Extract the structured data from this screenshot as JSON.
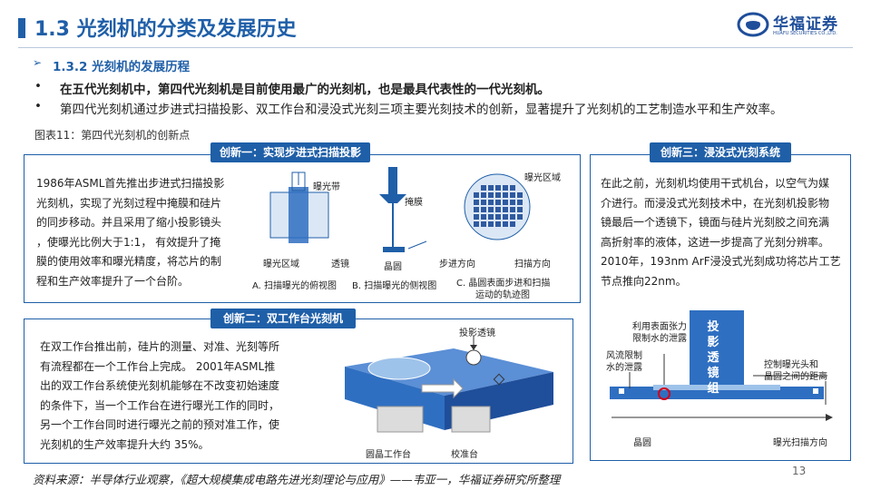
{
  "header": {
    "title": "1.3 光刻机的分类及发展历史",
    "logo_cn": "华福证券",
    "logo_en": "HUAFU SECURITIES CO.,LTD."
  },
  "section": {
    "subtitle": "1.3.2 光刻机的发展历程",
    "bullets": [
      "在五代光刻机中，第四代光刻机是目前使用最广的光刻机，也是最具代表性的一代光刻机。",
      "第四代光刻机通过步进式扫描投影、双工作台和浸没式光刻三项主要光刻技术的创新，显著提升了光刻机的工艺制造水平和生产效率。"
    ]
  },
  "figure": {
    "caption": "图表11：第四代光刻机的创新点",
    "innovation1": {
      "tag": "创新一：实现步进式扫描投影",
      "text_lines": [
        "1986年ASML首先推出步进式扫描投影",
        "光刻机，实现了光刻过程中掩膜和硅片",
        "的同步移动。并且采用了缩小投影镜头",
        "，使曝光比例大于1:1， 有效提升了掩",
        "膜的使用效率和曝光精度，将芯片的制",
        "程和生产效率提升了一个台阶。"
      ],
      "labels": {
        "exposure_band": "曝光带",
        "exposure_area": "曝光区域",
        "lens": "透镜",
        "mask": "掩膜",
        "wafer": "晶圆",
        "step_dir": "步进方向",
        "scan_dir": "扫描方向",
        "exposure_region": "曝光区域"
      },
      "captions": {
        "a": "A. 扫描曝光的俯视图",
        "b": "B. 扫描曝光的侧视图",
        "c1": "C. 晶圆表面步进和扫描",
        "c2": "运动的轨迹图"
      }
    },
    "innovation2": {
      "tag": "创新二：双工作台光刻机",
      "text_lines": [
        "在双工作台推出前，硅片的测量、对准、光刻等所",
        "有流程都在一个工作台上完成。 2001年ASML推",
        "出的双工作台系统使光刻机能够在不改变初始速度",
        "的条件下，当一个工作台在进行曝光工作的同时，",
        "另一个工作台同时进行曝光之前的预对准工作，使",
        "光刻机的生产效率提升大约 35%。"
      ],
      "labels": {
        "projection_lens": "投影透镜",
        "wafer_stage": "圆晶工作台",
        "alignment_stage": "校准台"
      }
    },
    "innovation3": {
      "tag": "创新三：浸没式光刻系统",
      "text_lines": [
        "在此之前，光刻机均使用干式机台，以空气为媒",
        "介进行。而浸没式光刻技术中，在光刻机投影物",
        "镜最后一个透镜下，镜面与硅片光刻胶之间充满",
        "高折射率的液体，这进一步提高了光刻分辨率。",
        "2010年，193nm ArF浸没式光刻成功将芯片工艺",
        "节点推向22nm。"
      ],
      "labels": {
        "surface_tension_1": "利用表面张力",
        "surface_tension_2": "限制水的泄露",
        "airflow_1": "风流限制",
        "airflow_2": "水的泄露",
        "lens_group": "投影透镜组",
        "control_1": "控制曝光头和",
        "control_2": "晶圆之间的距离",
        "wafer": "晶圆",
        "scan_dir": "曝光扫描方向"
      }
    }
  },
  "footer": {
    "source": "资料来源：半导体行业观察，《超大规模集成电路先进光刻理论与应用》——韦亚一，华福证券研究所整理",
    "page": "13"
  },
  "colors": {
    "primary": "#1f5fa8",
    "light_blue": "#9ec3ea",
    "red": "#d0021b"
  }
}
